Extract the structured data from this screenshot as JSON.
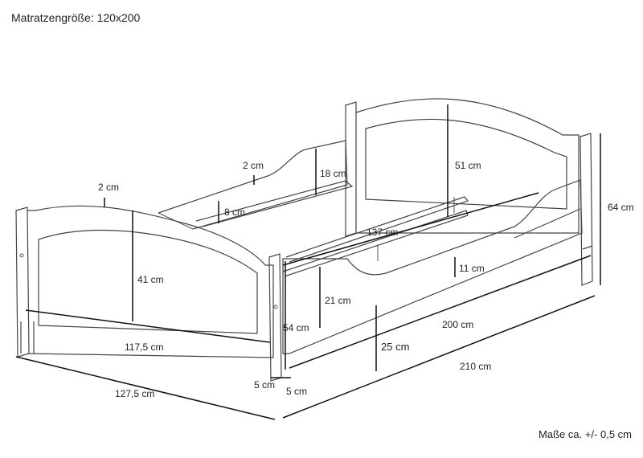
{
  "header": {
    "title": "Matratzengröße: 120x200"
  },
  "footer": {
    "note": "Maße ca. +/- 0,5 cm"
  },
  "dimensions": {
    "headboard_top_2cm": "2 cm",
    "rail_top_2cm": "2 cm",
    "rail_height_18": "18 cm",
    "slat_gap_8": "8 cm",
    "headboard_height_51": "51 cm",
    "overall_height_64": "64 cm",
    "inner_width_137": "137 cm",
    "rail_cutout_11": "11 cm",
    "footboard_height_41": "41 cm",
    "rail_height_21": "21 cm",
    "footboard_inner_117_5": "117,5 cm",
    "post_height_54": "54 cm",
    "inner_length_200": "200 cm",
    "underfloor_25": "25 cm",
    "post_5a": "5 cm",
    "post_5b": "5 cm",
    "overall_length_210": "210 cm",
    "overall_width_127_5": "127,5 cm"
  }
}
